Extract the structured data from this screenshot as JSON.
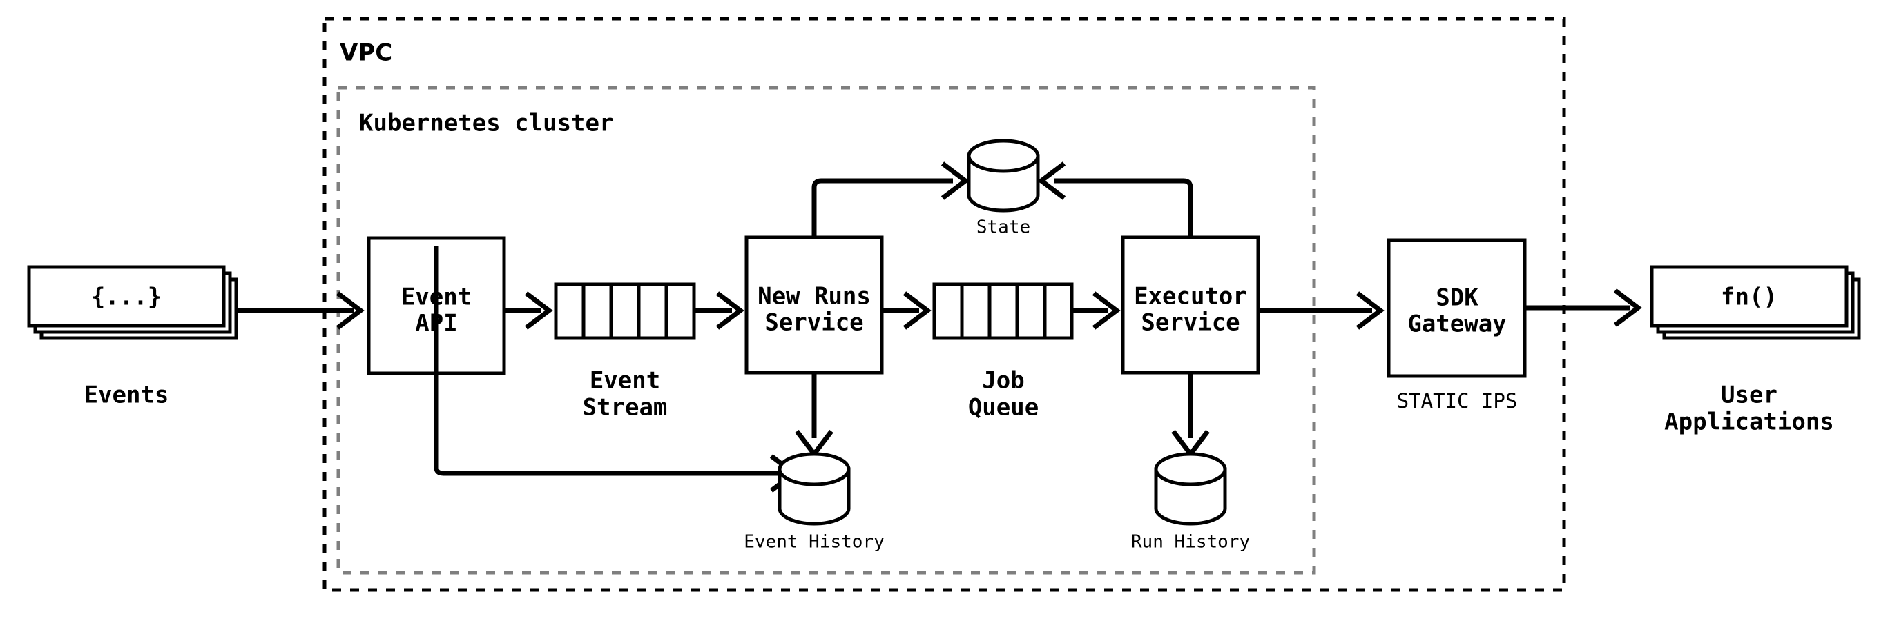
{
  "diagram": {
    "title": "Event-driven durable execution architecture",
    "background_color": "#ffffff",
    "stroke_color": "#000000",
    "k8s_border_color": "#7f7f7f"
  },
  "groups": {
    "vpc": {
      "label": "VPC",
      "border_style": "dashed",
      "border_color": "#000000"
    },
    "kubernetes": {
      "label": "Kubernetes cluster",
      "border_style": "dashed",
      "border_color": "#7f7f7f"
    }
  },
  "stacks": {
    "events": {
      "card_text": "{...}",
      "caption": "Events"
    },
    "user_applications": {
      "card_text": "fn()",
      "caption_line1": "User",
      "caption_line2": "Applications"
    }
  },
  "services": {
    "event_api": {
      "line1": "Event",
      "line2": "API"
    },
    "new_runs": {
      "line1": "New Runs",
      "line2": "Service"
    },
    "executor": {
      "line1": "Executor",
      "line2": "Service"
    },
    "sdk_gateway": {
      "line1": "SDK",
      "line2": "Gateway",
      "sublabel": "STATIC IPS"
    }
  },
  "queues": {
    "event_stream": {
      "caption_line1": "Event",
      "caption_line2": "Stream",
      "cells": 5
    },
    "job_queue": {
      "caption_line1": "Job",
      "caption_line2": "Queue",
      "cells": 5
    }
  },
  "datastores": {
    "state": {
      "label": "State"
    },
    "event_history": {
      "label": "Event History"
    },
    "run_history": {
      "label": "Run History"
    }
  },
  "flows": [
    {
      "from": "Events",
      "to": "Event API"
    },
    {
      "from": "Event API",
      "to": "Event Stream"
    },
    {
      "from": "Event Stream",
      "to": "New Runs Service"
    },
    {
      "from": "Event API",
      "to": "Event History"
    },
    {
      "from": "New Runs Service",
      "to": "Event History"
    },
    {
      "from": "New Runs Service",
      "to": "State"
    },
    {
      "from": "New Runs Service",
      "to": "Job Queue"
    },
    {
      "from": "Job Queue",
      "to": "Executor Service"
    },
    {
      "from": "Executor Service",
      "to": "State"
    },
    {
      "from": "Executor Service",
      "to": "Run History"
    },
    {
      "from": "Executor Service",
      "to": "SDK Gateway"
    },
    {
      "from": "SDK Gateway",
      "to": "User Applications"
    }
  ]
}
